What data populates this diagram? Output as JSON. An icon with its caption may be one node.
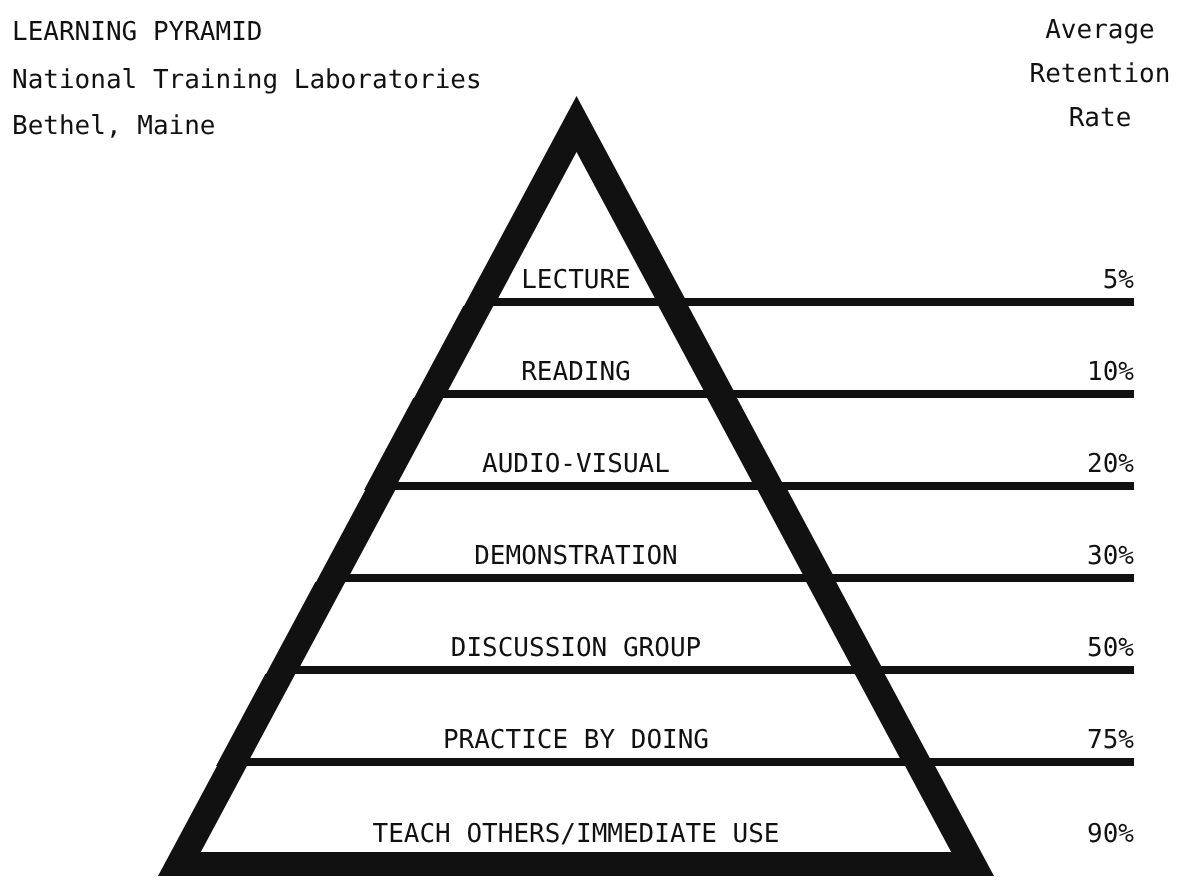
{
  "diagram": {
    "title": "LEARNING PYRAMID",
    "nodes": [
      {
        "text": [
          "LECTURE"
        ]
      },
      {
        "text": [
          "READING"
        ]
      },
      {
        "text": [
          "AUDIO-VISUAL"
        ]
      },
      {
        "text": [
          "DEMONSTRATION"
        ]
      },
      {
        "text": [
          "DISCUSSION GROUP"
        ]
      },
      {
        "text": [
          "PRACTICE BY DOING"
        ]
      },
      {
        "text": [
          "TEACH OTHERS/IMMEDIATE USE"
        ]
      }
    ],
    "labels": [
      "National Training Laboratories",
      "Bethel, Maine",
      "Average Retention Rate",
      "5%",
      "10%",
      "20%",
      "30%",
      "50%",
      "75%",
      "90%"
    ]
  }
}
